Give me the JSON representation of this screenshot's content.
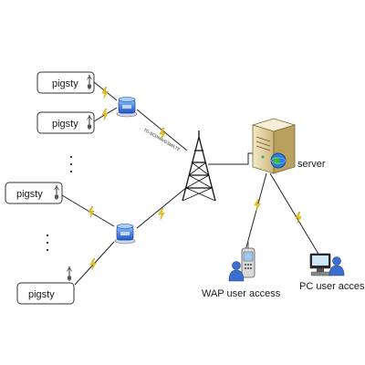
{
  "nodes": {
    "pigsty_1": "pigsty",
    "pigsty_2": "pigsty",
    "pigsty_3": "pigsty",
    "pigsty_4": "pigsty",
    "server": "server",
    "wap_access": "WAP user access",
    "pc_access": "PC user access",
    "link_label": "TD-SCDMA/GSM/LTE"
  },
  "icons": {
    "pigsty_device": "antenna-sensor-icon",
    "gateway": "solar-gateway-icon",
    "tower": "cell-tower-icon",
    "server": "server-icon",
    "phone": "mobile-phone-icon",
    "pc": "computer-icon",
    "wireless": "lightning-bolt-icon"
  },
  "colors": {
    "box_border": "#333333",
    "wireless_bolt": "#e8c51a",
    "gateway_blue": "#2f6fd6",
    "server_body": "#e8d9a8",
    "line": "#222222"
  }
}
